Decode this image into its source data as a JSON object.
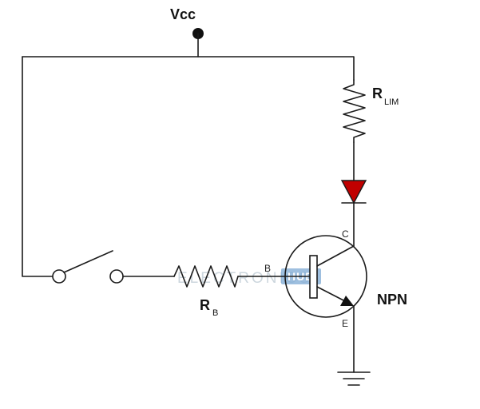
{
  "labels": {
    "vcc": "Vcc",
    "r_lim_main": "R",
    "r_lim_sub": "LIM",
    "r_b_main": "R",
    "r_b_sub": "B",
    "transistor_type": "NPN",
    "pin_collector": "C",
    "pin_base": "B",
    "pin_emitter": "E"
  },
  "watermark": {
    "text": "ELECTRONICS",
    "badge": "HUB"
  },
  "colors": {
    "wire": "#1a1a1a",
    "led_fill": "#c00000"
  }
}
